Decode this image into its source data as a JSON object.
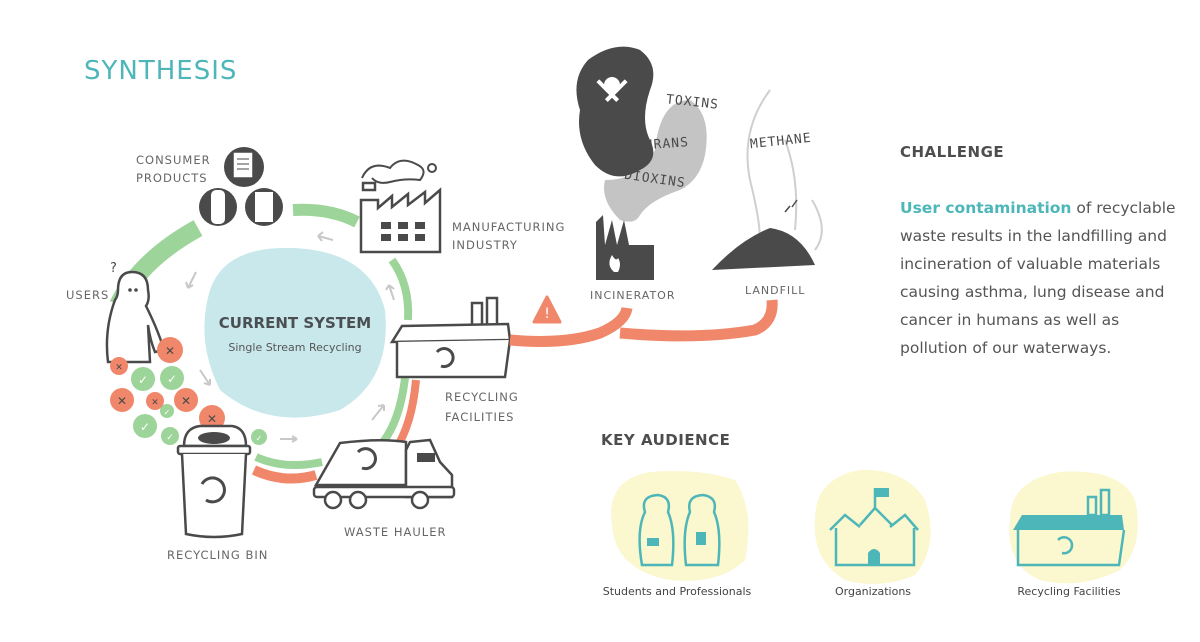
{
  "title": "SYNTHESIS",
  "cycle": {
    "center_title": "CURRENT SYSTEM",
    "center_subtitle": "Single Stream Recycling",
    "nodes": {
      "consumer_products": [
        "CONSUMER",
        "PRODUCTS"
      ],
      "manufacturing": [
        "MANUFACTURING",
        "INDUSTRY"
      ],
      "users": "USERS",
      "recycling_facilities": [
        "RECYCLING",
        "FACILITIES"
      ],
      "recycling_bin": "RECYCLING BIN",
      "waste_hauler": "WASTE HAULER"
    }
  },
  "outputs": {
    "incinerator": "INCINERATOR",
    "landfill": "LANDFILL",
    "gases": [
      "TOXINS",
      "FURANS",
      "DIOXINS"
    ],
    "landfill_gas": "METHANE"
  },
  "challenge": {
    "heading": "CHALLENGE",
    "highlight": "User contamination",
    "text": " of recyclable waste results in the landfilling and incineration of valuable materials causing asthma, lung disease and cancer in humans as well as pollution of our waterways."
  },
  "audience": {
    "heading": "KEY AUDIENCE",
    "items": [
      {
        "label": "Students and Professionals",
        "icon": "people-icon"
      },
      {
        "label": "Organizations",
        "icon": "school-building-icon"
      },
      {
        "label": "Recycling Facilities",
        "icon": "recycling-facility-icon"
      }
    ]
  },
  "colors": {
    "teal": "#4db6b8",
    "green": "#9dd49a",
    "orange": "#f0876a",
    "dark": "#4a4a4a",
    "light_blue": "#c9e8ec",
    "yellow": "#fbf7cf"
  }
}
